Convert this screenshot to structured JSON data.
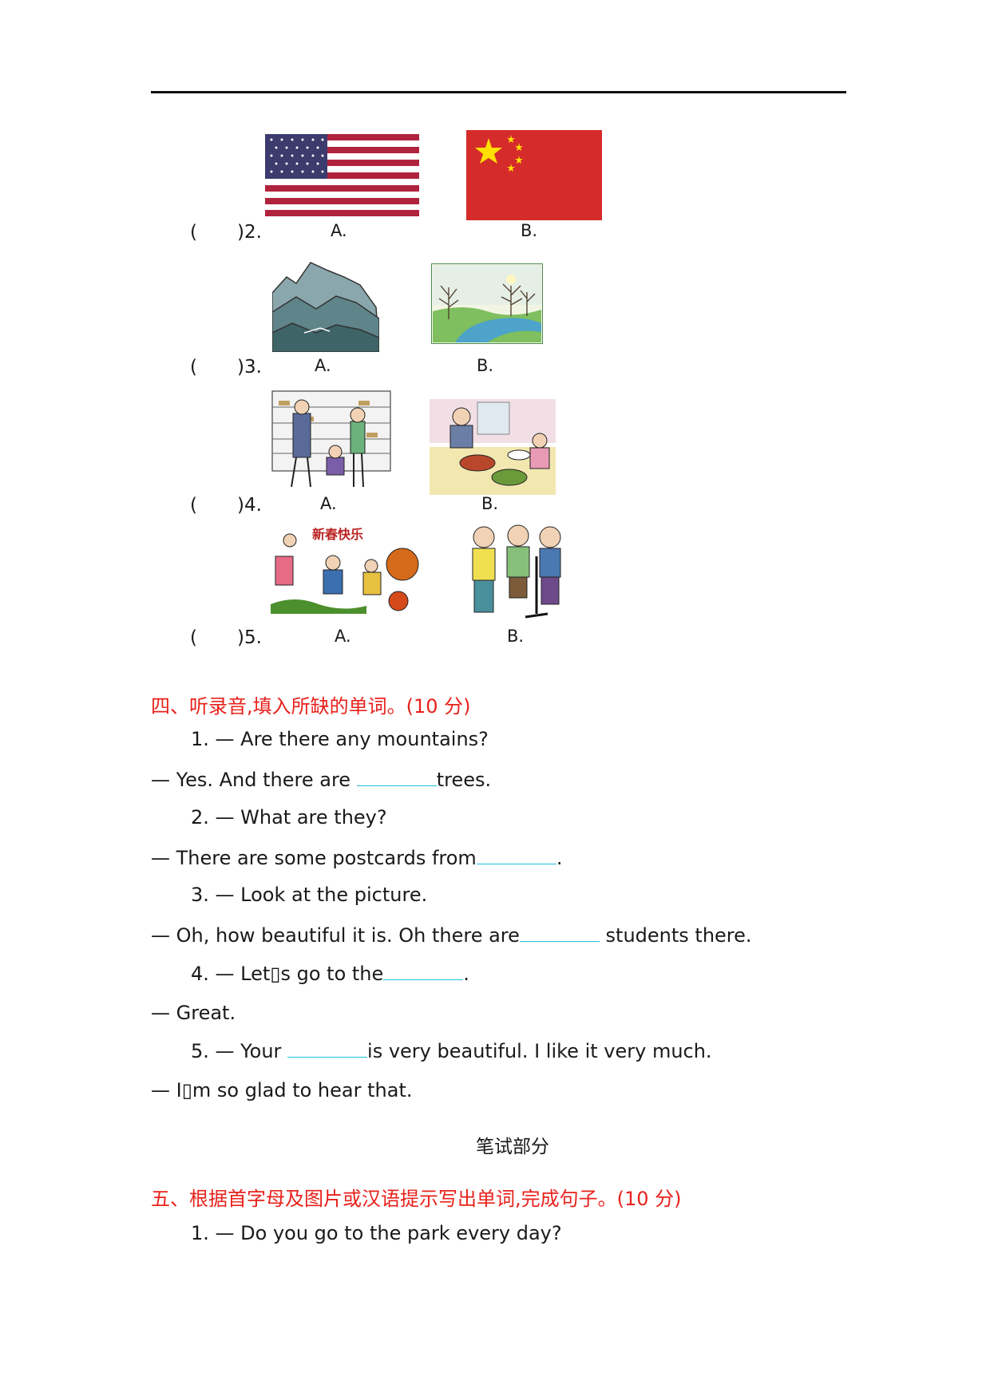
{
  "questions": [
    {
      "paren": "(",
      "num": ")2.",
      "opt_a": "A.",
      "opt_b": "B.",
      "pic_a": "american-flag",
      "pic_b": "chinese-flag"
    },
    {
      "paren": "(",
      "num": ")3.",
      "opt_a": "A.",
      "opt_b": "B.",
      "pic_a": "mountains",
      "pic_b": "river-trees"
    },
    {
      "paren": "(",
      "num": ")4.",
      "opt_a": "A.",
      "opt_b": "B.",
      "pic_a": "shoe-shop",
      "pic_b": "dinner-table"
    },
    {
      "paren": "(",
      "num": ")5.",
      "opt_a": "A.",
      "opt_b": "B.",
      "pic_a": "spring-festival",
      "pic_b": "boys-singing"
    }
  ],
  "section4": {
    "title": "四、听录音,填入所缺的单词。(10 分)",
    "lines": [
      {
        "pre": "1. — Are there any mountains?",
        "post": ""
      },
      {
        "pre": "— Yes. And there are ",
        "post": "trees."
      },
      {
        "pre": "2. — What are they?",
        "post": ""
      },
      {
        "pre": "— There are some postcards from",
        "post": "."
      },
      {
        "pre": "3. — Look at the picture.",
        "post": ""
      },
      {
        "pre": "— Oh, how beautiful it is. Oh there are",
        "post": " students there."
      },
      {
        "pre": "4. — Let▯s go to the",
        "post": "."
      },
      {
        "pre": "— Great.",
        "post": ""
      },
      {
        "pre": "5. — Your ",
        "post": "is very beautiful. I like it very much."
      },
      {
        "pre": "— I▯m so glad to hear that.",
        "post": ""
      }
    ]
  },
  "written_part": "笔试部分",
  "section5": {
    "title": "五、根据首字母及图片或汉语提示写出单词,完成句子。(10 分)",
    "line1": "1. — Do you go to the park every day?"
  },
  "decor_text": "新春快乐",
  "colors": {
    "red": "#e8211b",
    "blank_line": "#19c3de"
  }
}
